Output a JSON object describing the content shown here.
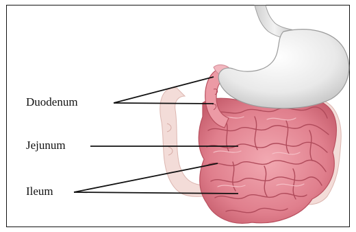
{
  "labels": {
    "duodenum": "Duodenum",
    "jejunum": "Jejunum",
    "ileum": "Ileum"
  },
  "colors": {
    "stomach": "#ececec",
    "intestine": "#e58a96",
    "colon": "#f1d6d2",
    "leader_line": "#111111"
  }
}
